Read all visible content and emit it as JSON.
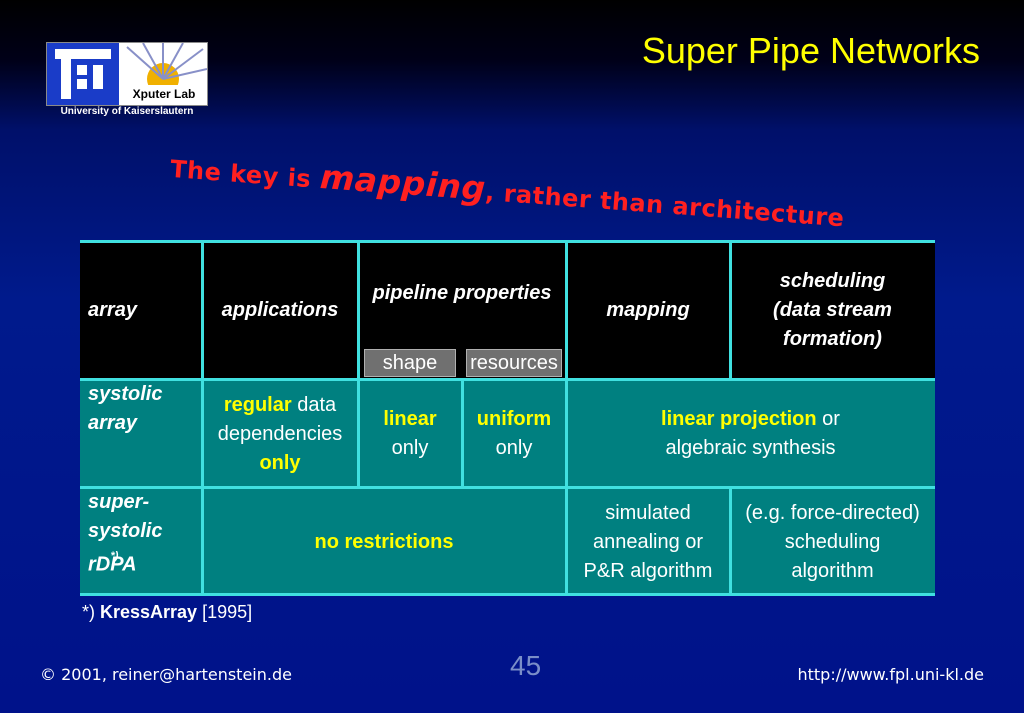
{
  "header": {
    "title": "Super Pipe Networks",
    "logo_lab": "Xputer Lab",
    "logo_university": "University of Kaiserslautern"
  },
  "headline": {
    "part1": "The key is ",
    "emphasis": "mapping",
    "part2": ", rather than architecture"
  },
  "table": {
    "headers": {
      "array": "array",
      "applications": "applications",
      "pipeline": "pipeline properties",
      "shape": "shape",
      "resources": "resources",
      "mapping": "mapping",
      "scheduling_l1": "scheduling",
      "scheduling_l2": "(data stream",
      "scheduling_l3": "formation)"
    },
    "row1": {
      "name_l1": "systolic",
      "name_l2": "array",
      "app_hl": "regular",
      "app_rest": " data",
      "app_l2": "dependencies",
      "app_l3": "only",
      "shape_hl": "linear",
      "shape_l2": "only",
      "res_hl": "uniform",
      "res_l2": "only",
      "map_hl": "linear projection",
      "map_rest": " or",
      "map_l2": "algebraic synthesis"
    },
    "row2": {
      "name_l1": "super-",
      "name_l2": "systolic",
      "name_l3": "rDPA",
      "name_mark": "*)",
      "restrictions": "no restrictions",
      "map_l1": "simulated",
      "map_l2": "annealing or",
      "map_l3": "P&R algorithm",
      "sched_l1": "(e.g. force-directed)",
      "sched_l2": "scheduling",
      "sched_l3": "algorithm"
    }
  },
  "footnote": {
    "mark": "*) ",
    "name": "KressArray",
    "year": " [1995]"
  },
  "footer": {
    "copyright_symbol": "©",
    "copyright_text": "2001, reiner@hartenstein.de",
    "page_number": "45",
    "url": "http://www.fpl.uni-kl.de"
  }
}
